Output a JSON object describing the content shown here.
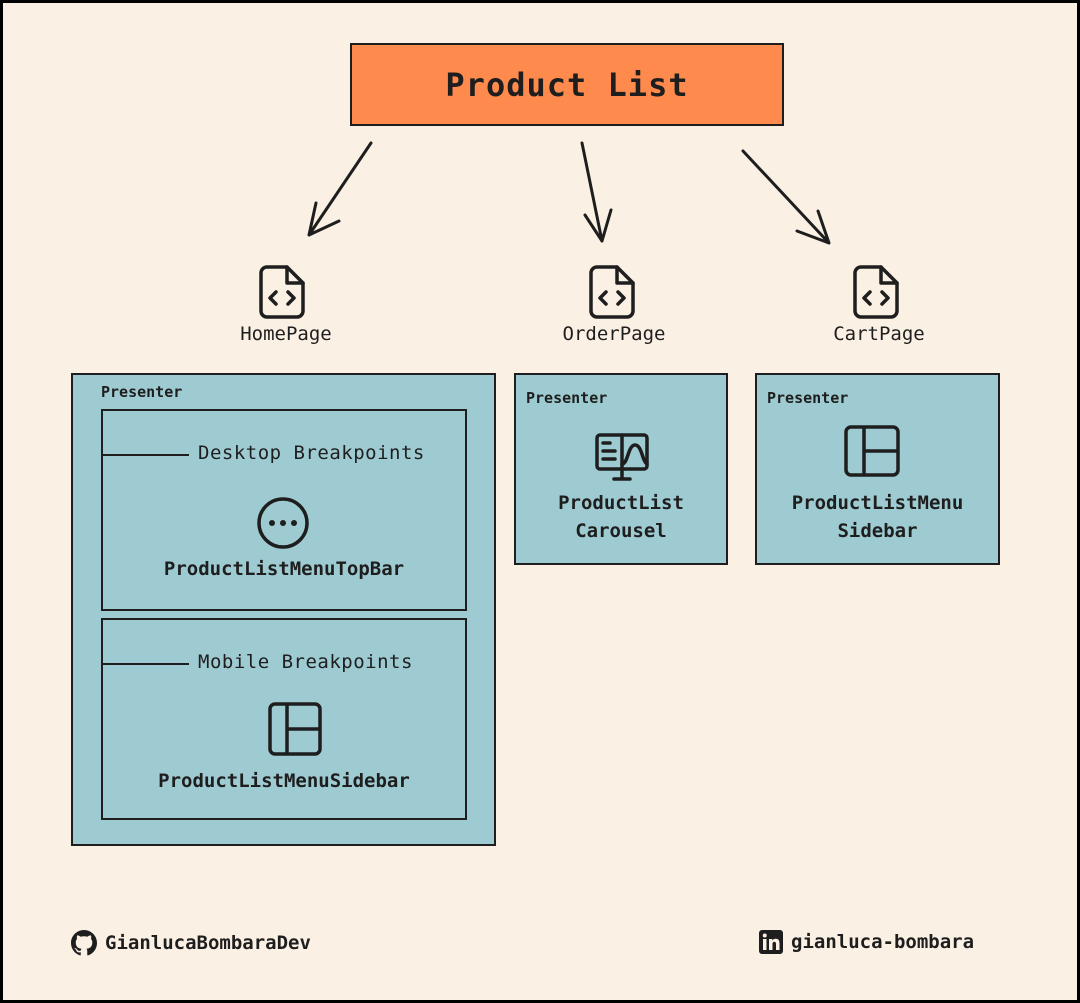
{
  "title": "Product List",
  "pages": [
    {
      "name": "HomePage",
      "icon": "code-file-icon"
    },
    {
      "name": "OrderPage",
      "icon": "code-file-icon"
    },
    {
      "name": "CartPage",
      "icon": "code-file-icon"
    }
  ],
  "home": {
    "presenter_label": "Presenter",
    "desktop": {
      "label": "Desktop Breakpoints",
      "component": "ProductListMenuTopBar",
      "icon": "more-horizontal-icon"
    },
    "mobile": {
      "label": "Mobile Breakpoints",
      "component": "ProductListMenuSidebar",
      "icon": "layout-sidebar-icon"
    }
  },
  "order": {
    "presenter_label": "Presenter",
    "component": "ProductList\nCarousel",
    "icon": "monitor-icon"
  },
  "cart": {
    "presenter_label": "Presenter",
    "component": "ProductListMenu\nSidebar",
    "icon": "layout-sidebar-icon"
  },
  "footer": {
    "github": {
      "handle": "GianlucaBombaraDev",
      "icon": "github-icon"
    },
    "linkedin": {
      "handle": "gianluca-bombara",
      "icon": "linkedin-icon"
    }
  },
  "colors": {
    "background": "#fbf0e4",
    "title_fill": "#ff8a4d",
    "panel_fill": "#9ecbd2",
    "stroke": "#1e1e1e"
  }
}
